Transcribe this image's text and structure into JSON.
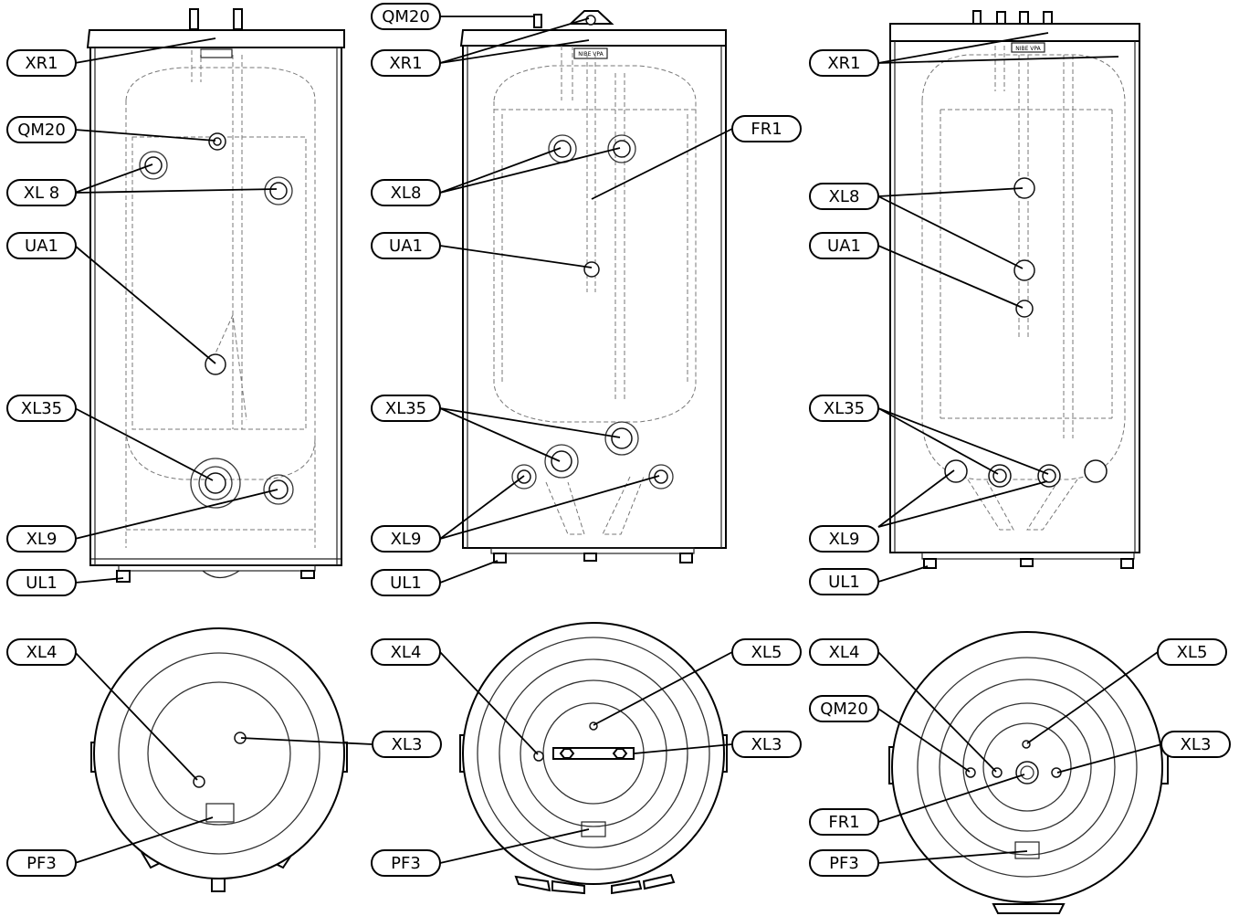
{
  "labels": {
    "xr1": "XR1",
    "qm20": "QM20",
    "xl8_spaced": "XL 8",
    "xl8": "XL8",
    "ua1": "UA1",
    "xl35": "XL35",
    "xl9": "XL9",
    "ul1": "UL1",
    "fr1": "FR1",
    "xl4": "XL4",
    "xl3": "XL3",
    "xl5": "XL5",
    "pf3": "PF3"
  },
  "brand_plate": "NIBE VPA"
}
